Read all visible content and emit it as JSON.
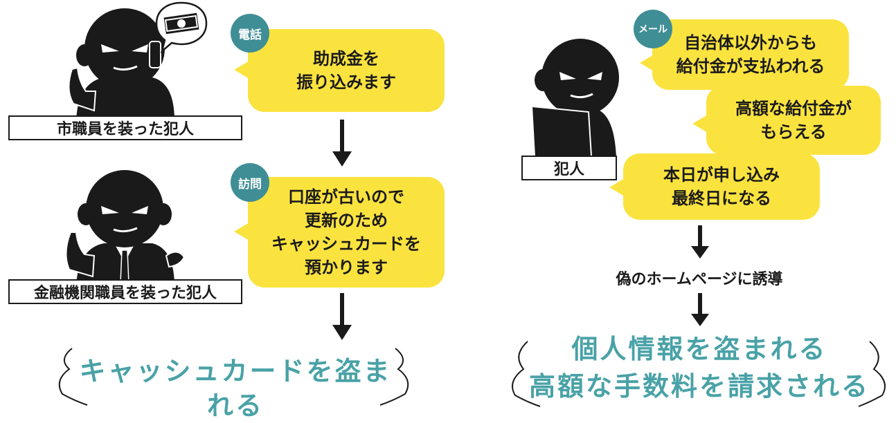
{
  "left": {
    "villain1_label": "市職員を装った犯人",
    "badge1": "電話",
    "bubble1": [
      "助成金を",
      "振り込みます"
    ],
    "villain2_label": "金融機関職員を装った犯人",
    "badge2": "訪問",
    "bubble2": [
      "口座が古いので",
      "更新のため",
      "キャッシュカードを",
      "預かります"
    ],
    "result": "キャッシュカードを盗まれる"
  },
  "right": {
    "villain_label": "犯人",
    "badge": "メール",
    "bubble1": [
      "自治体以外からも",
      "給付金が支払われる"
    ],
    "bubble2": [
      "高額な給付金が",
      "もらえる"
    ],
    "bubble3": [
      "本日が申し込み",
      "最終日になる"
    ],
    "step": "偽のホームページに誘導",
    "result": [
      "個人情報を盗まれる",
      "高額な手数料を請求される"
    ]
  },
  "colors": {
    "bubble": "#fbe33f",
    "badge": "#3f8e95",
    "result_text": "#49a2a7",
    "figure": "#1a1a1a"
  }
}
